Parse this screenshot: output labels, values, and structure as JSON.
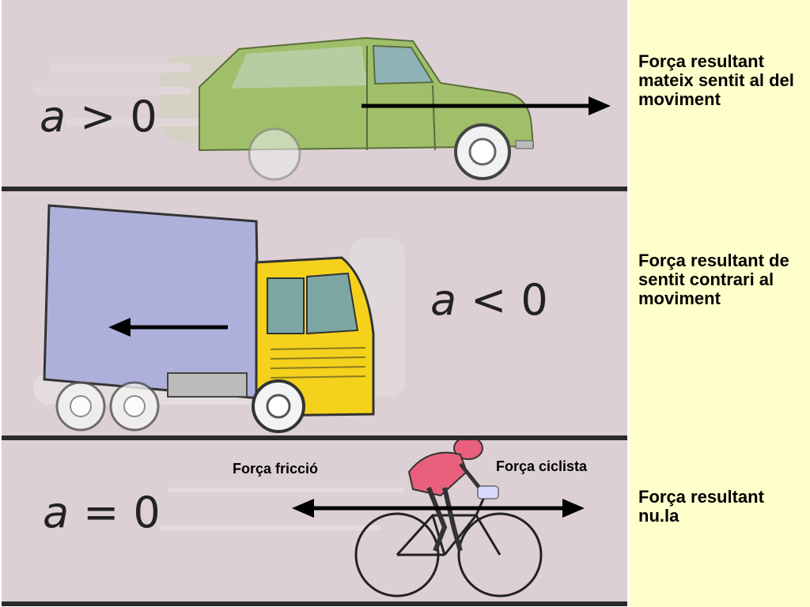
{
  "rows": [
    {
      "equation": {
        "symbol": "a",
        "relation": ">",
        "value": "0"
      },
      "description": "Força resultant mateix sentit al del moviment"
    },
    {
      "equation": {
        "symbol": "a",
        "relation": "<",
        "value": "0"
      },
      "description": "Força resultant de sentit contrari al moviment"
    },
    {
      "equation": {
        "symbol": "a",
        "relation": "=",
        "value": "0"
      },
      "description": "Força resultant nu.la",
      "force_labels": {
        "friction": "Força fricció",
        "cyclist": "Força ciclista"
      }
    }
  ],
  "colors": {
    "panel_background": "#ddd0d4",
    "side_background": "#ffffcc",
    "car": "#9fbf6a",
    "truck_box": "#aeb0dc",
    "truck_cab": "#f4d21c",
    "cyclist_jersey": "#e8607e",
    "arrow": "#000000"
  },
  "icons": [
    "car-icon",
    "truck-icon",
    "cyclist-icon",
    "bicycle-icon",
    "force-arrow"
  ]
}
